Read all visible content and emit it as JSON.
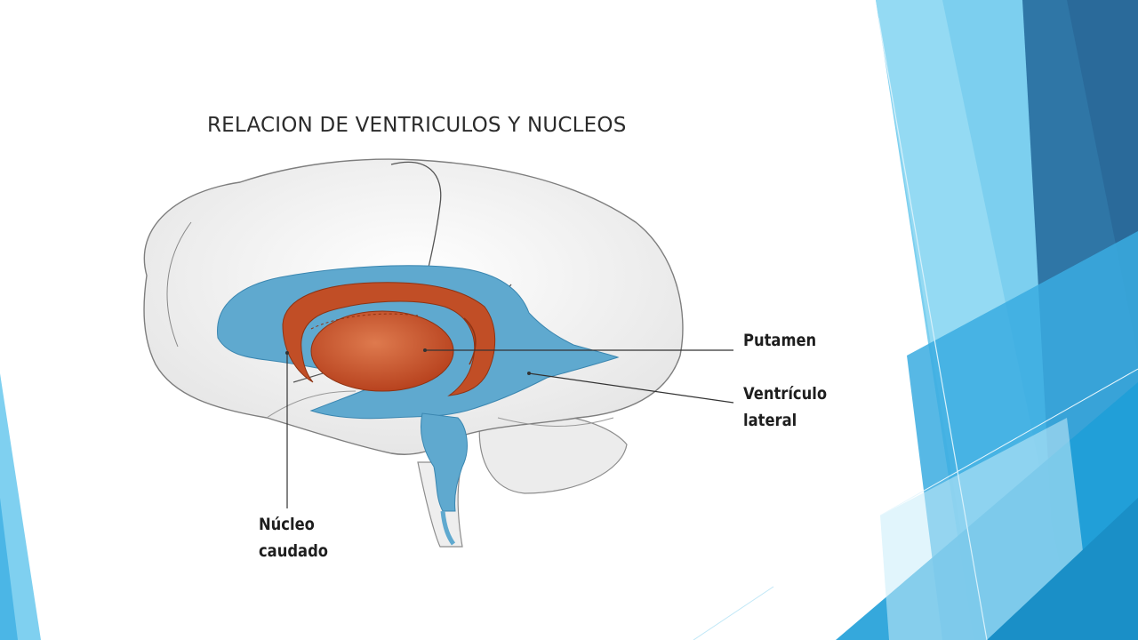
{
  "slide": {
    "title": "RELACION DE VENTRICULOS Y NUCLEOS"
  },
  "labels": {
    "putamen": "Putamen",
    "ventriculo_lateral": [
      "Ventrículo",
      "lateral"
    ],
    "nucleo_caudado": [
      "Núcleo",
      "caudado"
    ]
  },
  "colors": {
    "ventricle_blue": "#5aa9cf",
    "nucleus_orange": "#c9532a",
    "brain_white": "#f4f4f4",
    "accent_light_blue": "#8fd3f0",
    "accent_dark_blue": "#2f6e9f"
  }
}
